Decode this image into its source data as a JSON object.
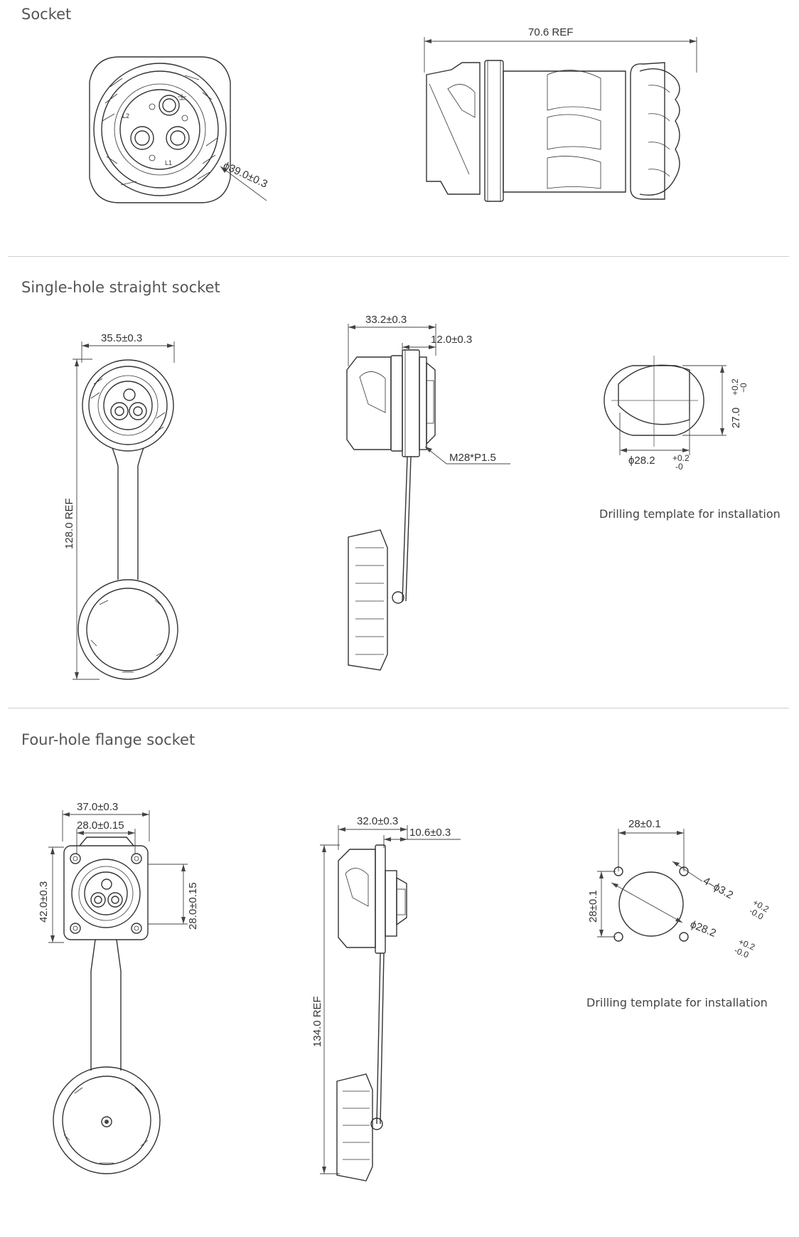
{
  "sections": [
    {
      "title": "Socket"
    },
    {
      "title": "Single-hole straight socket"
    },
    {
      "title": "Four-hole flange socket"
    }
  ],
  "socket": {
    "front": {
      "diameter": "ϕ39.0±0.3",
      "pin_l1": "L1",
      "pin_l2": "L2"
    },
    "side": {
      "length": "70.6 REF"
    }
  },
  "single_hole": {
    "front": {
      "width": "35.5±0.3",
      "length": "128.0 REF"
    },
    "side": {
      "overall": "33.2±0.3",
      "flange": "12.0±0.3",
      "thread": "M28*P1.5"
    },
    "template": {
      "flat": "27.0",
      "flat_tol_plus": "+0.2",
      "flat_tol_minus": "−0",
      "dia": "ϕ28.2",
      "dia_tol_plus": "+0.2",
      "dia_tol_minus": "-0",
      "caption": "Drilling template for installation"
    }
  },
  "four_hole": {
    "front": {
      "outer_w": "37.0±0.3",
      "hole_pitch_w": "28.0±0.15",
      "outer_h": "42.0±0.3",
      "hole_pitch_h": "28.0±0.15"
    },
    "side": {
      "overall": "32.0±0.3",
      "flange": "10.6±0.3",
      "length": "134.0 REF"
    },
    "template": {
      "pitch_x": "28±0.1",
      "pitch_y": "28±0.1",
      "holes": "4–ϕ3.2",
      "holes_tol_plus": "+0.2",
      "holes_tol_minus": "-0.0",
      "dia": "ϕ28.2",
      "dia_tol_plus": "+0.2",
      "dia_tol_minus": "-0.0",
      "caption": "Drilling template for installation"
    }
  }
}
